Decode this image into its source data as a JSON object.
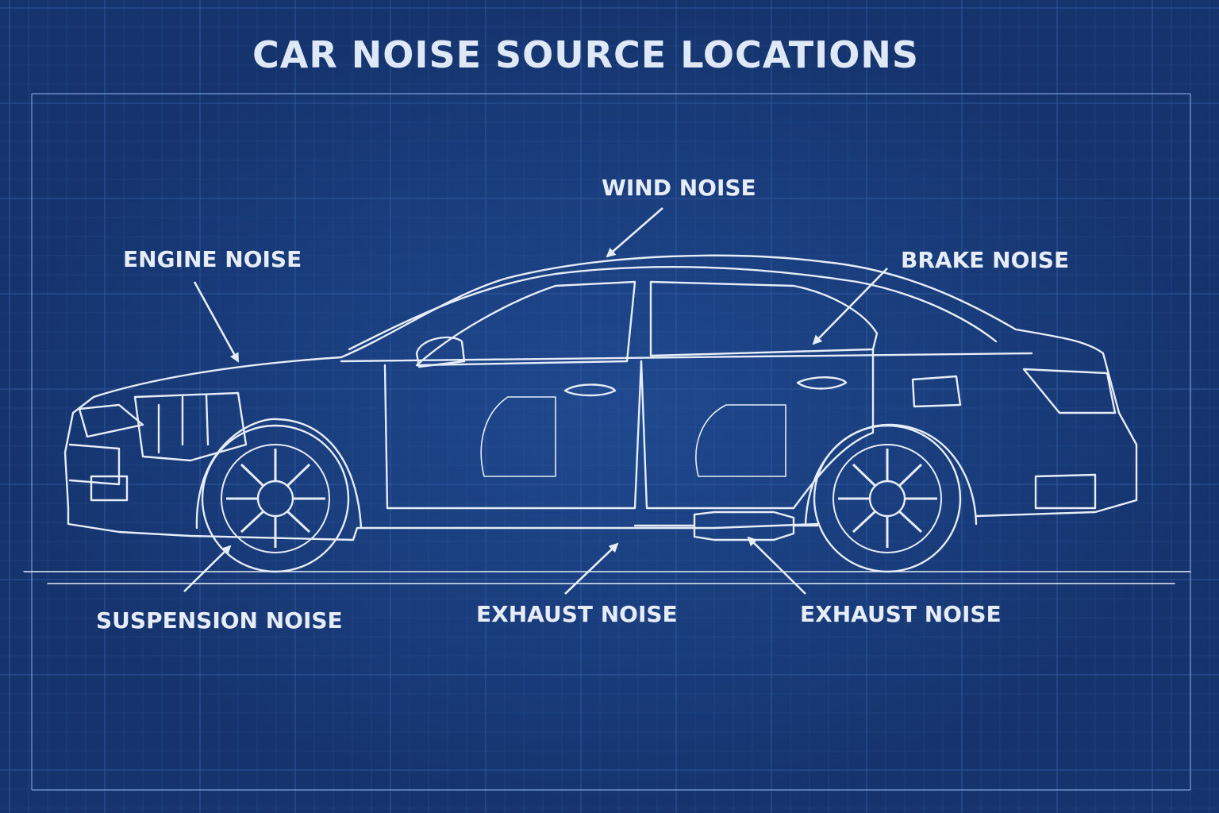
{
  "diagram": {
    "title": "CAR NOISE SOURCE LOCATIONS",
    "callouts": [
      {
        "id": "wind",
        "label": "WIND NOISE"
      },
      {
        "id": "engine",
        "label": "ENGINE NOISE"
      },
      {
        "id": "brake",
        "label": "BRAKE NOISE"
      },
      {
        "id": "suspension",
        "label": "SUSPENSION NOISE"
      },
      {
        "id": "exhaust_mid",
        "label": "EXHAUST NOISE"
      },
      {
        "id": "exhaust_rear",
        "label": "EXHAUST NOISE"
      }
    ],
    "colors": {
      "background": "#15346e",
      "grid_line": "#2f5aa0",
      "line_art": "#e6edf9"
    }
  }
}
